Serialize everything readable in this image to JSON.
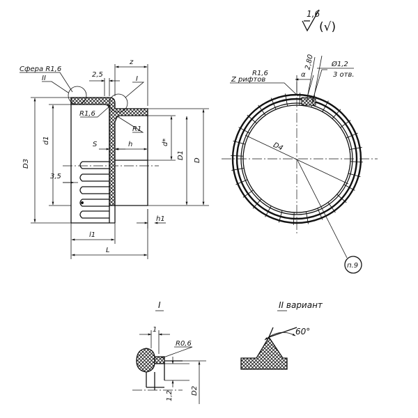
{
  "surface_finish": {
    "value": "1,6",
    "bracket": "(√)"
  },
  "side_view": {
    "sphere_label": "Сфера R1,6",
    "callout_II": "II",
    "callout_I": "I",
    "dim_2_5": "2,5",
    "dim_z": "z",
    "r_1_6": "R1,6",
    "r_1": "R1",
    "d1": "d1",
    "d3": "D3",
    "s": "S",
    "h": "h",
    "d_star": "d*",
    "D1": "D1",
    "D": "D",
    "dim_3_5": "3,5",
    "h1": "h1",
    "l1": "l1",
    "L": "L"
  },
  "front_view": {
    "r_label_1": "R1,6",
    "r_label_2": "Z рифтов",
    "alpha": "α",
    "dim_2_80": "2,80",
    "hole_1": "Ø1,2",
    "hole_2": "3 отв.",
    "D4": "D4",
    "note_ref": "п.9"
  },
  "detail_I": {
    "title": "I",
    "dim_1": "1",
    "r_0_6": "R0,6",
    "dim_1_2": "1,2",
    "D2": "D2"
  },
  "detail_II": {
    "title": "II вариант",
    "angle": "60°"
  }
}
